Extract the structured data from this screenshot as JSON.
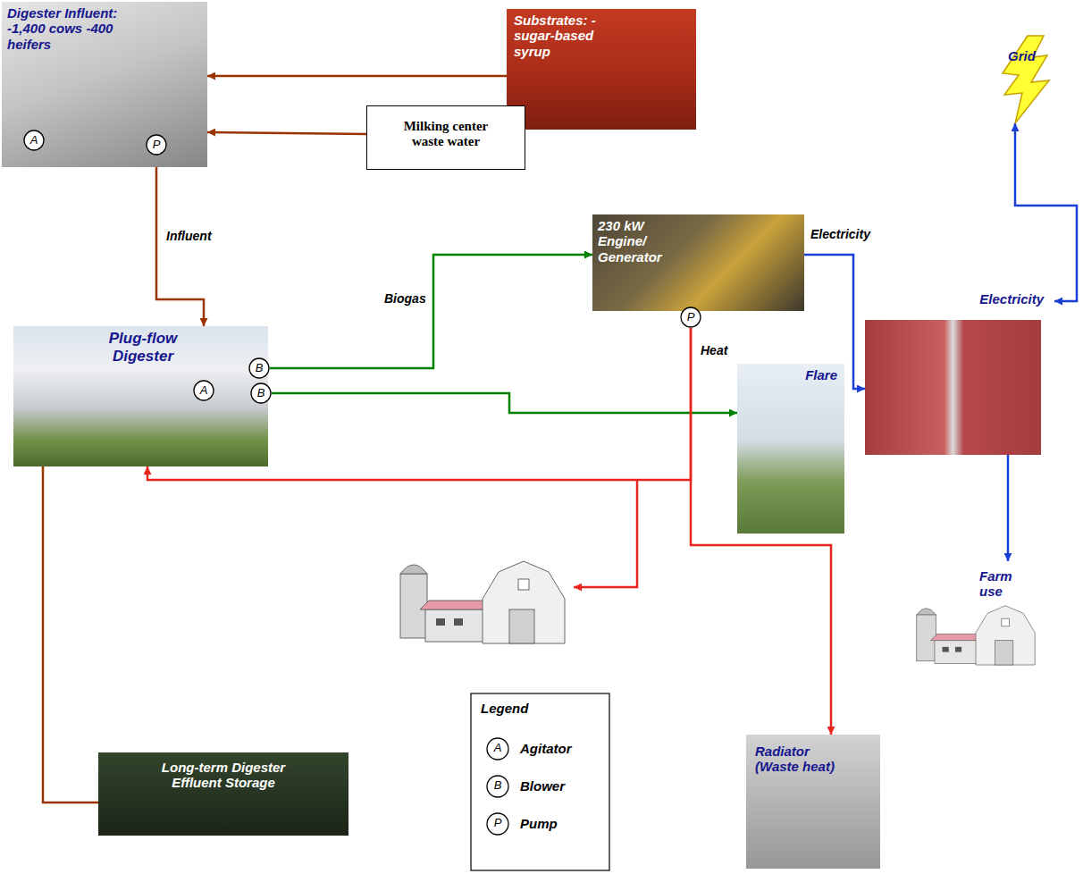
{
  "diagram": {
    "nodes": [
      {
        "text": [
          "Digester Influent: -1,400 cows -400 heifers"
        ]
      },
      {
        "text": [
          "A"
        ],
        "in": 0
      },
      {
        "text": [
          "P"
        ],
        "in": 0
      },
      {
        "text": [
          "Substrates: -sugar-based syrup"
        ]
      },
      {
        "text": [
          "Grid"
        ]
      },
      {
        "text": [
          "Milking center waste water"
        ]
      },
      {
        "text": [
          "230 kW Engine/ Generator"
        ]
      },
      {
        "text": [
          "P"
        ],
        "in": 6
      },
      {
        "text": [
          "Plug-flow Digester"
        ]
      },
      {
        "text": [
          "B"
        ],
        "in": 8
      },
      {
        "text": [
          "A"
        ],
        "in": 8
      },
      {
        "text": [
          "B"
        ],
        "in": 8
      },
      {
        "text": [
          "Electricity"
        ]
      },
      {
        "text": [
          "Flare"
        ]
      },
      {
        "text": [
          "Farm use"
        ]
      },
      {
        "text": [
          "Long-term Digester Effluent Storage"
        ]
      },
      {
        "text": [
          "Radiator (Waste heat)"
        ]
      }
    ],
    "edges": [
      {
        "from": 3,
        "to": 0,
        "arrow": "to"
      },
      {
        "from": 5,
        "to": 0,
        "arrow": "to"
      },
      {
        "from": 2,
        "to": 8,
        "label": "Influent",
        "arrow": "to"
      },
      {
        "from": 9,
        "to": 6,
        "label": "Biogas",
        "arrow": "to"
      },
      {
        "from": 11,
        "to": 13,
        "arrow": "to"
      },
      {
        "from": 6,
        "to": 12,
        "label": "Electricity",
        "arrow": "to"
      },
      {
        "from": 4,
        "to": 12,
        "arrow": "both"
      },
      {
        "from": 12,
        "to": 14,
        "arrow": "to"
      },
      {
        "from": 7,
        "to": 8,
        "label": "Heat",
        "arrow": "to"
      },
      {
        "from": 7,
        "to": 16,
        "arrow": "to"
      },
      {
        "from": 8,
        "to": 15,
        "arrow": "none"
      }
    ],
    "labels": [
      "Legend",
      "A",
      "B",
      "P"
    ],
    "legend": [
      {
        "text": "Agitator"
      },
      {
        "text": "Blower"
      },
      {
        "text": "Pump"
      }
    ]
  }
}
